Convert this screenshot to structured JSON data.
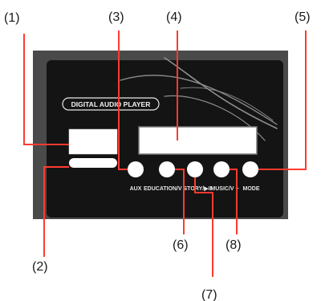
{
  "panel": {
    "brand": "DIGITAL AUDIO PLAYER",
    "buttons": [
      {
        "id": "aux",
        "label": "AUX"
      },
      {
        "id": "education",
        "label": "EDUCATION/V -"
      },
      {
        "id": "story",
        "label": "STORY/▶II"
      },
      {
        "id": "music",
        "label": "MUSIC/V +"
      },
      {
        "id": "mode",
        "label": "MODE"
      }
    ]
  },
  "callouts": [
    "(1)",
    "(2)",
    "(3)",
    "(4)",
    "(5)",
    "(6)",
    "(7)",
    "(8)"
  ],
  "colors": {
    "panel_outer": "#4a4a4a",
    "panel_inner": "#141414",
    "accent_line": "#ff3b2f",
    "button_fill": "#ffffff",
    "text": "#1a1a1a"
  }
}
